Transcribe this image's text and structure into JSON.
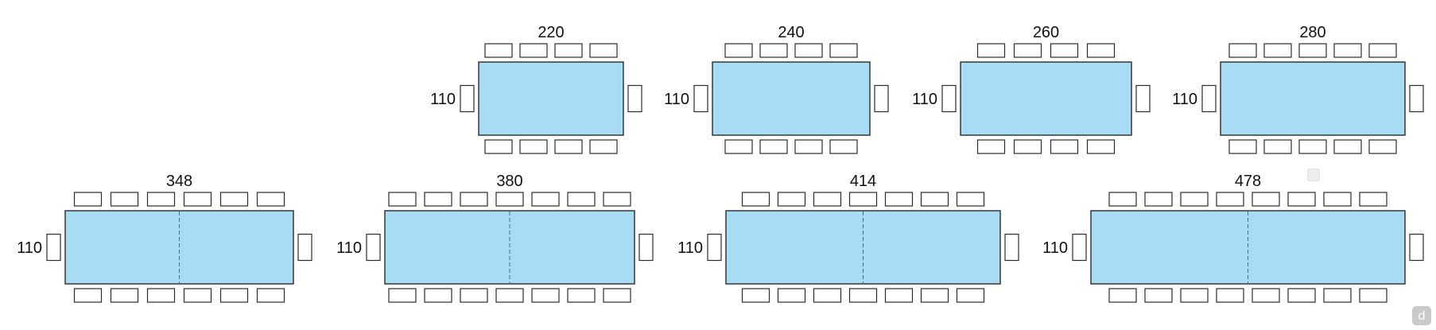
{
  "diagram": {
    "colors": {
      "table_fill": "#a8dcf5",
      "outline": "#2b2b2b",
      "seam": "#4a6f85"
    },
    "tables": [
      {
        "length_label": "220",
        "width_label": "110",
        "chairs_per_side": 4,
        "end_chairs": 1,
        "extension_seam": "none"
      },
      {
        "length_label": "240",
        "width_label": "110",
        "chairs_per_side": 4,
        "end_chairs": 1,
        "extension_seam": "none"
      },
      {
        "length_label": "260",
        "width_label": "110",
        "chairs_per_side": 4,
        "end_chairs": 1,
        "extension_seam": "none"
      },
      {
        "length_label": "280",
        "width_label": "110",
        "chairs_per_side": 5,
        "end_chairs": 1,
        "extension_seam": "none"
      },
      {
        "length_label": "348",
        "width_label": "110",
        "chairs_per_side": 6,
        "end_chairs": 1,
        "extension_seam": "dashed"
      },
      {
        "length_label": "380",
        "width_label": "110",
        "chairs_per_side": 7,
        "end_chairs": 1,
        "extension_seam": "dashed"
      },
      {
        "length_label": "414",
        "width_label": "110",
        "chairs_per_side": 7,
        "end_chairs": 1,
        "extension_seam": "dashed"
      },
      {
        "length_label": "478",
        "width_label": "110",
        "chairs_per_side": 8,
        "end_chairs": 1,
        "extension_seam": "dashed"
      }
    ]
  },
  "corner_icon": {
    "name": "brand-mark-icon",
    "glyph": "d"
  }
}
